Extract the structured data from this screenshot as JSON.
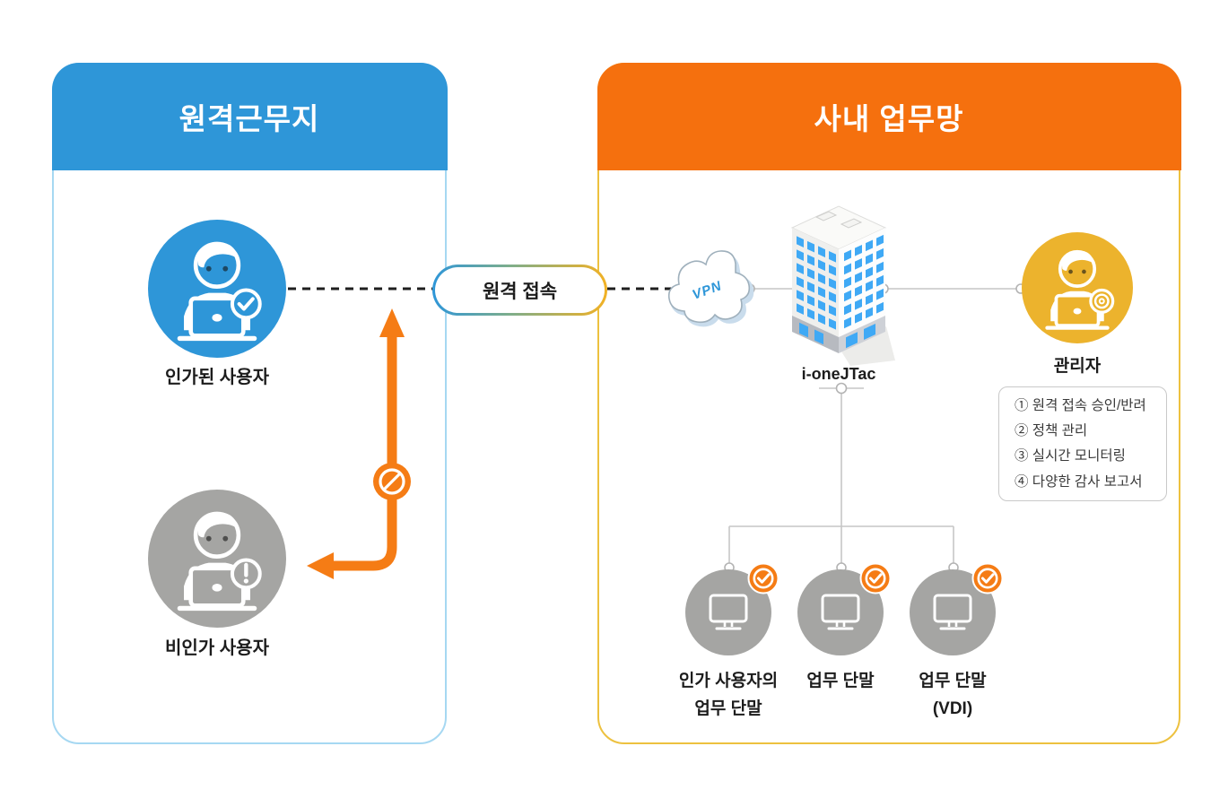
{
  "remote_panel": {
    "title": "원격근무지",
    "authorized_user_label": "인가된 사용자",
    "unauthorized_user_label": "비인가 사용자"
  },
  "office_panel": {
    "title": "사내 업무망",
    "vpn_label": "VPN",
    "server_label": "i-oneJTac",
    "admin_label": "관리자",
    "admin_functions": [
      "① 원격 접속 승인/반려",
      "② 정책 관리",
      "③ 실시간 모니터링",
      "④ 다양한 감사 보고서"
    ],
    "terminals": [
      {
        "line1": "인가 사용자의",
        "line2": "업무 단말"
      },
      {
        "line1": "업무 단말",
        "line2": ""
      },
      {
        "line1": "업무 단말",
        "line2": "(VDI)"
      }
    ]
  },
  "connector": {
    "pill_label": "원격 접속"
  },
  "colors": {
    "remote_header_blue": "#2E96D8",
    "remote_border_light_blue": "#A6D8F2",
    "office_header_orange": "#F5700E",
    "office_border_gold": "#EDC13F",
    "accent_orange": "#F57C15",
    "admin_yellow": "#ECB32D",
    "terminal_gray": "#A5A5A3",
    "window_blue": "#3FA9F5"
  }
}
